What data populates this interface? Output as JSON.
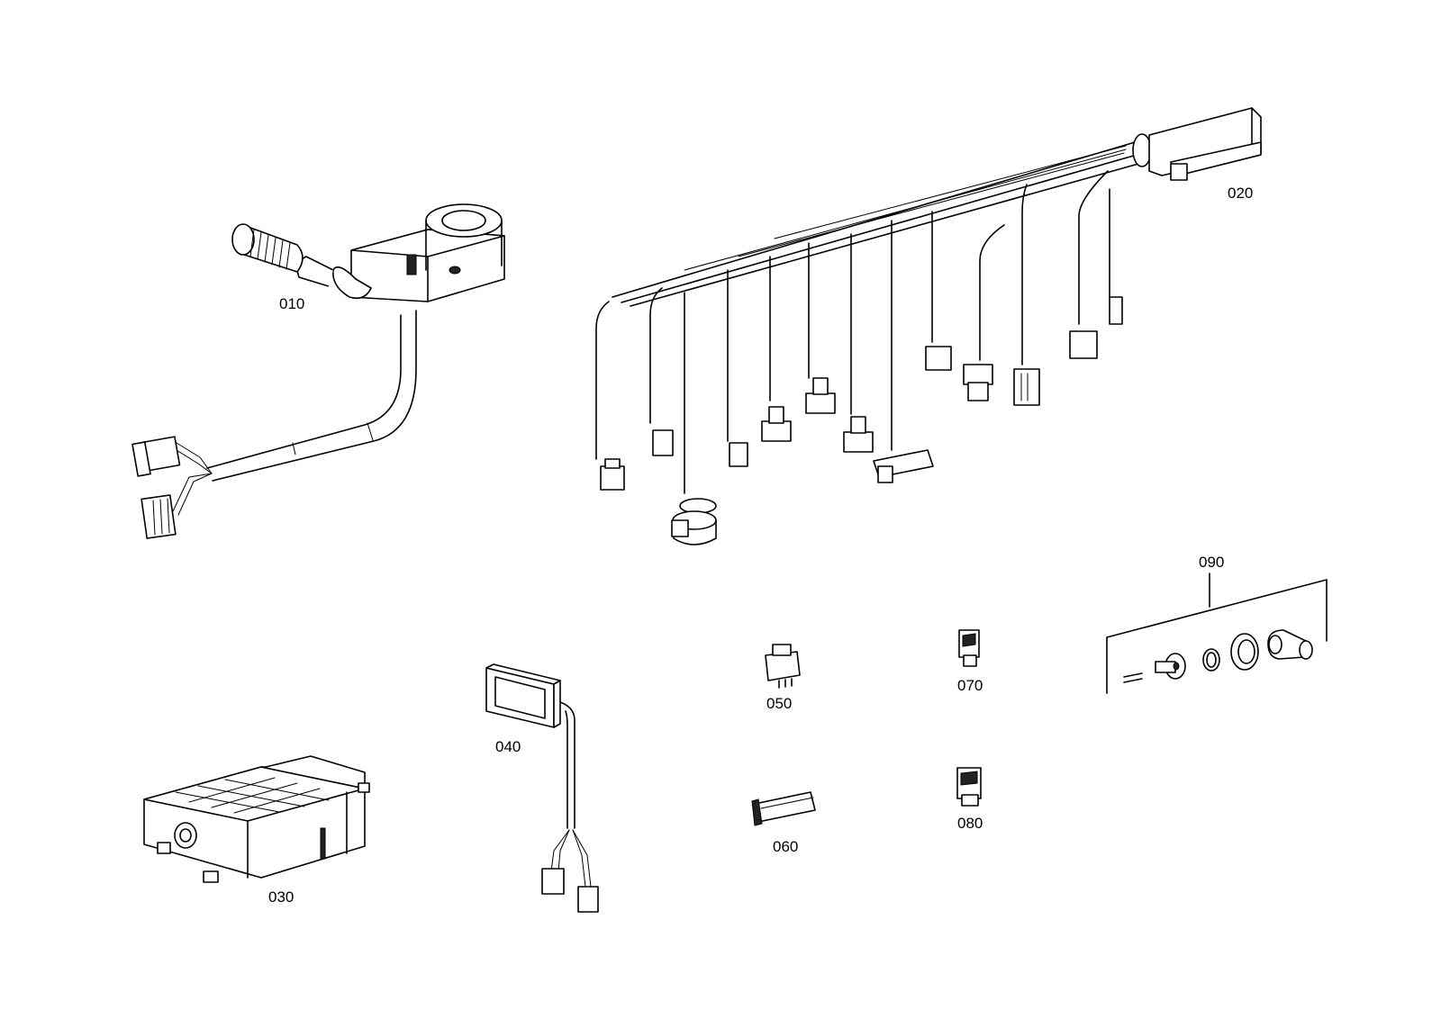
{
  "parts": [
    {
      "id": "p010",
      "label": "010",
      "name": "joystick control lever with cable"
    },
    {
      "id": "p020",
      "label": "020",
      "name": "main wiring harness"
    },
    {
      "id": "p030",
      "label": "030",
      "name": "control unit"
    },
    {
      "id": "p040",
      "label": "040",
      "name": "display with cable"
    },
    {
      "id": "p050",
      "label": "050",
      "name": "connector housing"
    },
    {
      "id": "p060",
      "label": "060",
      "name": "flat connector"
    },
    {
      "id": "p070",
      "label": "070",
      "name": "connector"
    },
    {
      "id": "p080",
      "label": "080",
      "name": "connector"
    },
    {
      "id": "p090",
      "label": "090",
      "name": "connector kit"
    }
  ]
}
